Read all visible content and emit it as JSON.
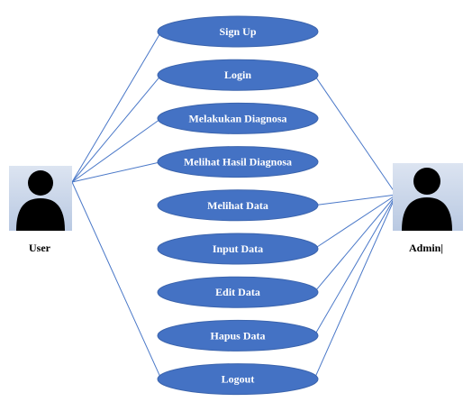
{
  "actors": {
    "user": {
      "label": "User"
    },
    "admin": {
      "label": "Admin|"
    }
  },
  "use_cases": [
    {
      "id": "sign-up",
      "label": "Sign Up"
    },
    {
      "id": "login",
      "label": "Login"
    },
    {
      "id": "melakukan-diagnosa",
      "label": "Melakukan Diagnosa"
    },
    {
      "id": "melihat-hasil-diagnosa",
      "label": "Melihat Hasil Diagnosa"
    },
    {
      "id": "melihat-data",
      "label": "Melihat Data"
    },
    {
      "id": "input-data",
      "label": "Input Data"
    },
    {
      "id": "edit-data",
      "label": "Edit Data"
    },
    {
      "id": "hapus-data",
      "label": "Hapus Data"
    },
    {
      "id": "logout",
      "label": "Logout"
    }
  ],
  "associations": [
    {
      "actor": "user",
      "use_case": "sign-up"
    },
    {
      "actor": "user",
      "use_case": "login"
    },
    {
      "actor": "user",
      "use_case": "melakukan-diagnosa"
    },
    {
      "actor": "user",
      "use_case": "melihat-hasil-diagnosa"
    },
    {
      "actor": "user",
      "use_case": "logout"
    },
    {
      "actor": "admin",
      "use_case": "login"
    },
    {
      "actor": "admin",
      "use_case": "melihat-data"
    },
    {
      "actor": "admin",
      "use_case": "input-data"
    },
    {
      "actor": "admin",
      "use_case": "edit-data"
    },
    {
      "actor": "admin",
      "use_case": "hapus-data"
    },
    {
      "actor": "admin",
      "use_case": "logout"
    }
  ],
  "colors": {
    "use_case_fill": "#4472C4",
    "use_case_text": "#FFFFFF",
    "line": "#4A78C8",
    "actor_background": "#C9D5E8",
    "actor_figure": "#000000"
  }
}
